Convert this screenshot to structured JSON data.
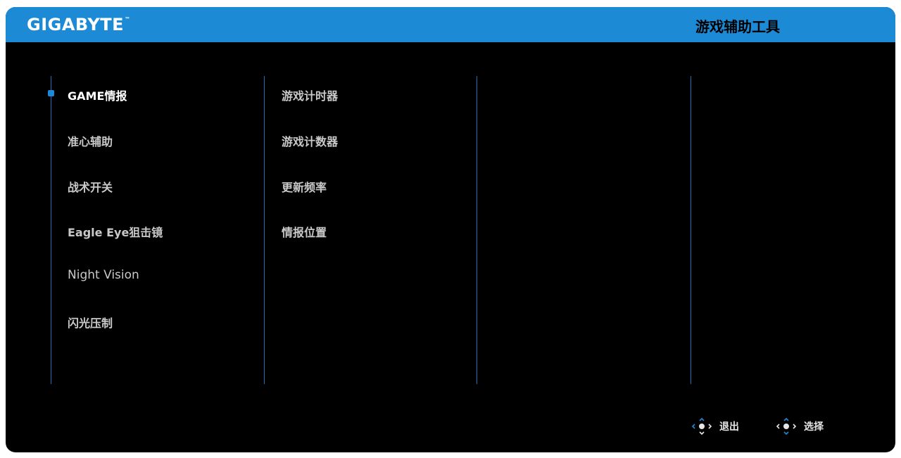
{
  "header": {
    "brand": "GIGABYTE",
    "brand_tm": "™",
    "title": "游戏辅助工具"
  },
  "menu": {
    "column1": [
      {
        "label": "GAME情报",
        "selected": true
      },
      {
        "label": "准心辅助",
        "selected": false
      },
      {
        "label": "战术开关",
        "selected": false
      },
      {
        "label": "Eagle Eye狙击镜",
        "selected": false
      },
      {
        "label": "Night Vision",
        "selected": false
      },
      {
        "label": "闪光压制",
        "selected": false
      }
    ],
    "column2": [
      {
        "label": "游戏计时器"
      },
      {
        "label": "游戏计数器"
      },
      {
        "label": "更新频率"
      },
      {
        "label": "情报位置"
      }
    ]
  },
  "footer": {
    "exit_label": "退出",
    "select_label": "选择",
    "joystick_icon": "joystick-icon"
  },
  "colors": {
    "accent": "#1d8ad6",
    "divider": "#1f6fb8",
    "background": "#000000",
    "text": "#c9c9c9"
  }
}
